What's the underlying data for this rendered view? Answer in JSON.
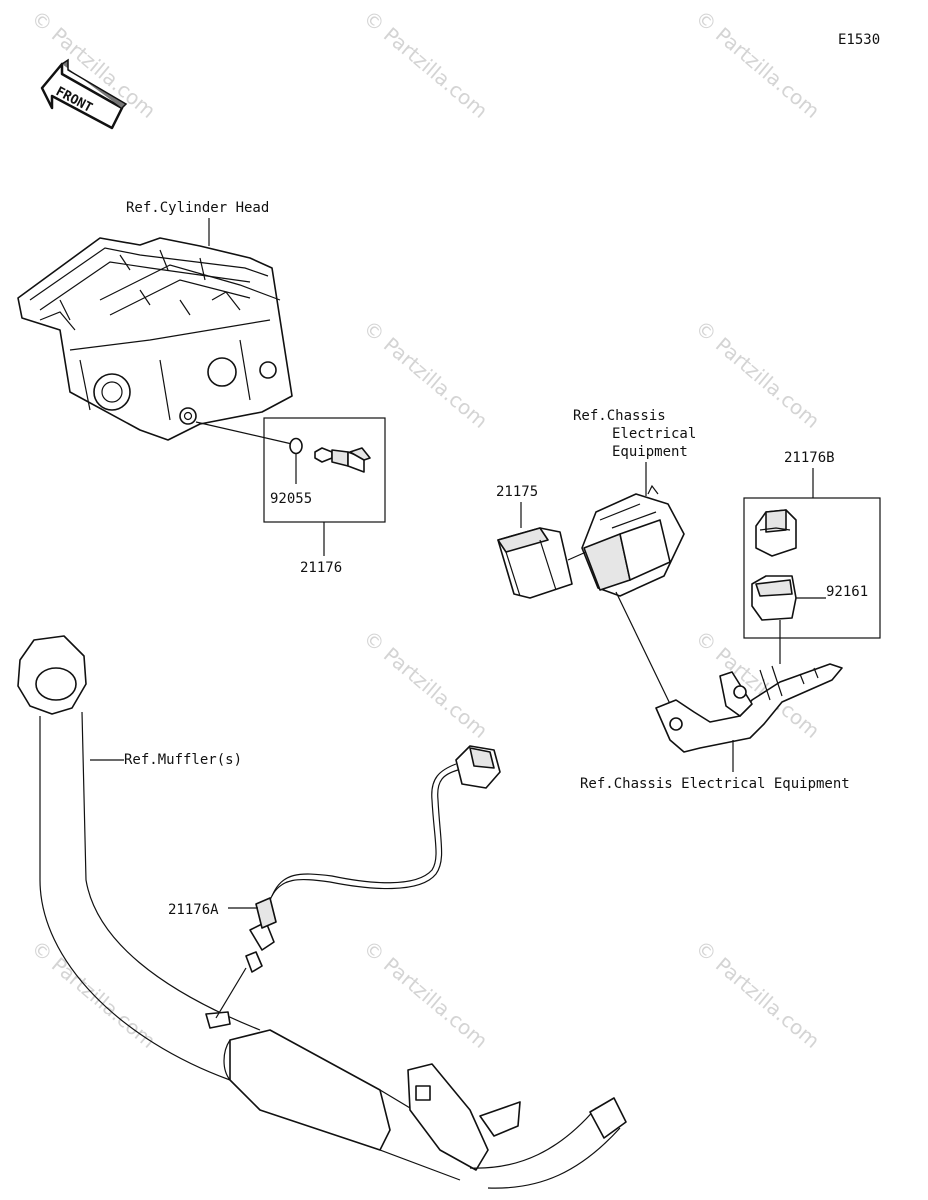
{
  "diagram_code": "E1530",
  "front_label": "FRONT",
  "watermark": "© Partzilla.com",
  "labels": {
    "ref_cylinder_head": "Ref.Cylinder Head",
    "p92055": "92055",
    "p21176": "21176",
    "ref_chassis_1": "Ref.Chassis",
    "ref_chassis_2": "Electrical",
    "ref_chassis_3": "Equipment",
    "p21175": "21175",
    "p21176B": "21176B",
    "p92161": "92161",
    "ref_chassis_bottom": "Ref.Chassis Electrical Equipment",
    "ref_mufflers": "Ref.Muffler(s)",
    "p21176A": "21176A"
  }
}
